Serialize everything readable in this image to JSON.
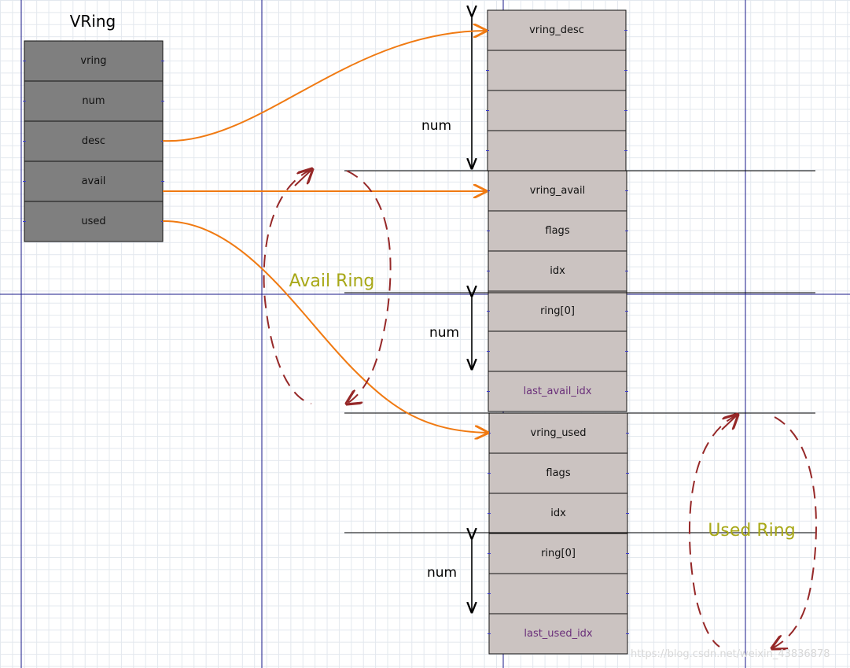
{
  "vring_struct": {
    "title": "VRing",
    "fields": [
      "vring",
      "num",
      "desc",
      "avail",
      "used"
    ]
  },
  "memory_layout": {
    "desc_cells": [
      "vring_desc",
      "",
      "",
      ""
    ],
    "avail_cells": [
      "vring_avail",
      "flags",
      "idx",
      "ring[0]",
      "",
      "last_avail_idx"
    ],
    "used_cells": [
      "vring_used",
      "flags",
      "idx",
      "ring[0]",
      "",
      "last_used_idx"
    ]
  },
  "labels": {
    "num_desc": "num",
    "num_avail": "num",
    "num_used": "num",
    "avail_ring": "Avail Ring",
    "used_ring": "Used Ring"
  },
  "watermark": "https://blog.csdn.net/weixin_43836878",
  "colors": {
    "struct_fill": "#7f7f7f",
    "memory_fill": "#cbc3c1",
    "pointer_arrow": "#f07a12",
    "ring_arrow": "#962828",
    "ring_label": "#a8a817",
    "guide_line": "#1a1a8a"
  }
}
